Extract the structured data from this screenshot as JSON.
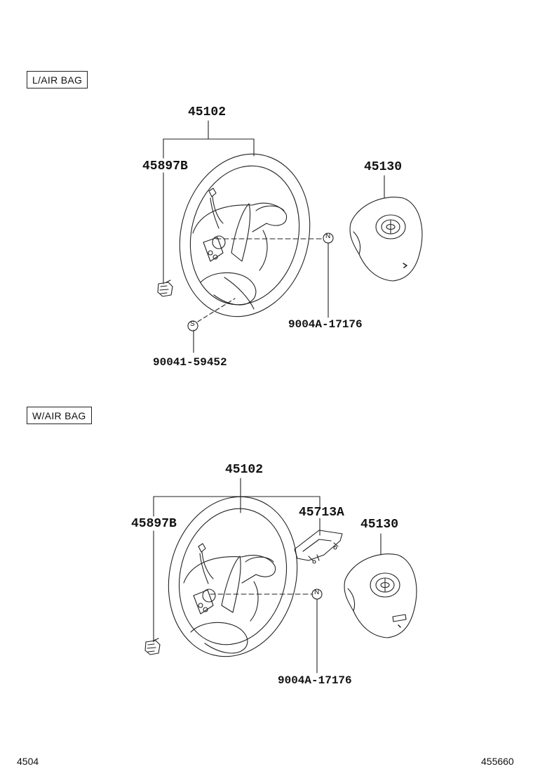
{
  "sections": [
    {
      "label": "L/AIR BAG",
      "parts": {
        "assembly": "45102",
        "bolt": "45897B",
        "pad": "45130",
        "nut_code": "9004A-17176",
        "screw_code": "90041-59452"
      },
      "markers": {
        "nut": "N",
        "screw": "S"
      }
    },
    {
      "label": "W/AIR BAG",
      "parts": {
        "assembly": "45102",
        "bolt": "45897B",
        "switch": "45713A",
        "pad": "45130",
        "nut_code": "9004A-17176"
      },
      "markers": {
        "nut": "N"
      }
    }
  ],
  "footer": {
    "left_code": "4504",
    "right_code": "455660"
  },
  "icons": [
    "steering-wheel-icon",
    "airbag-pad-icon",
    "bolt-icon",
    "switch-icon"
  ]
}
